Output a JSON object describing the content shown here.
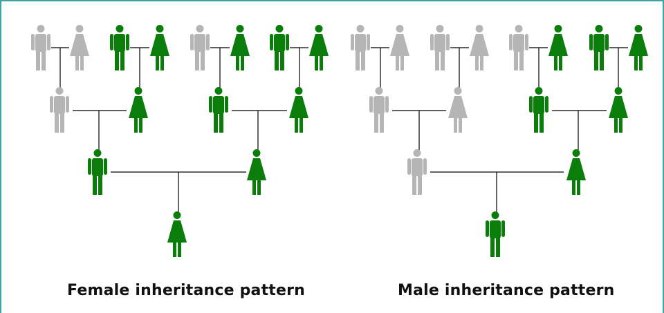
{
  "colors": {
    "frame": "#3aa3a3",
    "carrier": "#0a7d0a",
    "noncarrier": "#b5b5b5",
    "line": "#000000"
  },
  "diagrams": [
    {
      "caption": "Female inheritance pattern",
      "people": [
        {
          "id": "f-g1-1",
          "sex": "male",
          "carrier": false
        },
        {
          "id": "f-g1-2",
          "sex": "female",
          "carrier": false
        },
        {
          "id": "f-g1-3",
          "sex": "male",
          "carrier": true
        },
        {
          "id": "f-g1-4",
          "sex": "female",
          "carrier": true
        },
        {
          "id": "f-g1-5",
          "sex": "male",
          "carrier": false
        },
        {
          "id": "f-g1-6",
          "sex": "female",
          "carrier": true
        },
        {
          "id": "f-g1-7",
          "sex": "male",
          "carrier": true
        },
        {
          "id": "f-g1-8",
          "sex": "female",
          "carrier": true
        },
        {
          "id": "f-g2-1",
          "sex": "male",
          "carrier": false
        },
        {
          "id": "f-g2-2",
          "sex": "female",
          "carrier": true
        },
        {
          "id": "f-g2-3",
          "sex": "male",
          "carrier": true
        },
        {
          "id": "f-g2-4",
          "sex": "female",
          "carrier": true
        },
        {
          "id": "f-g3-1",
          "sex": "male",
          "carrier": true
        },
        {
          "id": "f-g3-2",
          "sex": "female",
          "carrier": true
        },
        {
          "id": "f-g4-1",
          "sex": "female",
          "carrier": true
        }
      ]
    },
    {
      "caption": "Male inheritance pattern",
      "people": [
        {
          "id": "m-g1-1",
          "sex": "male",
          "carrier": false
        },
        {
          "id": "m-g1-2",
          "sex": "female",
          "carrier": false
        },
        {
          "id": "m-g1-3",
          "sex": "male",
          "carrier": false
        },
        {
          "id": "m-g1-4",
          "sex": "female",
          "carrier": false
        },
        {
          "id": "m-g1-5",
          "sex": "male",
          "carrier": false
        },
        {
          "id": "m-g1-6",
          "sex": "female",
          "carrier": true
        },
        {
          "id": "m-g1-7",
          "sex": "male",
          "carrier": true
        },
        {
          "id": "m-g1-8",
          "sex": "female",
          "carrier": true
        },
        {
          "id": "m-g2-1",
          "sex": "male",
          "carrier": false
        },
        {
          "id": "m-g2-2",
          "sex": "female",
          "carrier": false
        },
        {
          "id": "m-g2-3",
          "sex": "male",
          "carrier": true
        },
        {
          "id": "m-g2-4",
          "sex": "female",
          "carrier": true
        },
        {
          "id": "m-g3-1",
          "sex": "male",
          "carrier": false
        },
        {
          "id": "m-g3-2",
          "sex": "female",
          "carrier": true
        },
        {
          "id": "m-g4-1",
          "sex": "male",
          "carrier": true
        }
      ]
    }
  ]
}
